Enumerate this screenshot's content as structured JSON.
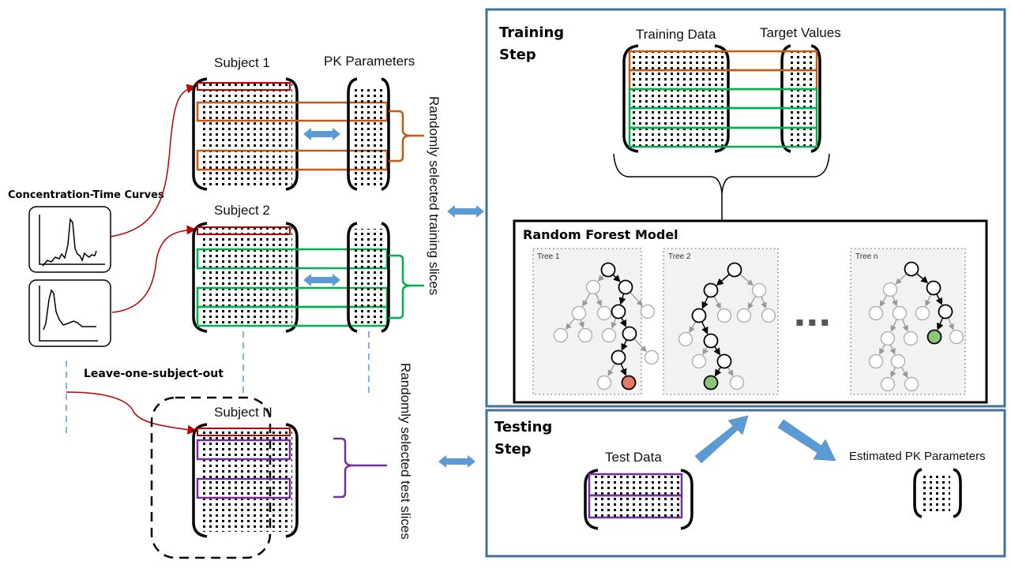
{
  "left": {
    "curves_title": "Concentration-Time  Curves",
    "subject1_label": "Subject 1",
    "pk_params_label": "PK Parameters",
    "subject2_label": "Subject 2",
    "subjectN_label": "Subject N",
    "loso_label": "Leave-one-subject-out",
    "training_slices_label": "Randomly selected training slices",
    "test_slices_label": "Randomly selected test slices"
  },
  "training": {
    "title_line1": "Training",
    "title_line2": "Step",
    "data_label": "Training Data",
    "target_label": "Target Values",
    "model_title": "Random  Forest Model",
    "trees": [
      {
        "label": "Tree 1",
        "leaf_color": "#e07b6a"
      },
      {
        "label": "Tree 2",
        "leaf_color": "#8bc57a"
      },
      {
        "label": "Tree n",
        "leaf_color": "#8bc57a"
      }
    ],
    "ellipsis": "▪  ▪  ▪"
  },
  "testing": {
    "title_line1": "Testing",
    "title_line2": "Step",
    "data_label": "Test Data",
    "output_label": "Estimated PK Parameters"
  },
  "colors": {
    "panel_border": "#41719c",
    "arrow_blue": "#5b9bd5",
    "red": "#c00000",
    "orange": "#c55a11",
    "green": "#00b050",
    "purple": "#7030a0",
    "dash_blue": "#5b9bd5"
  }
}
